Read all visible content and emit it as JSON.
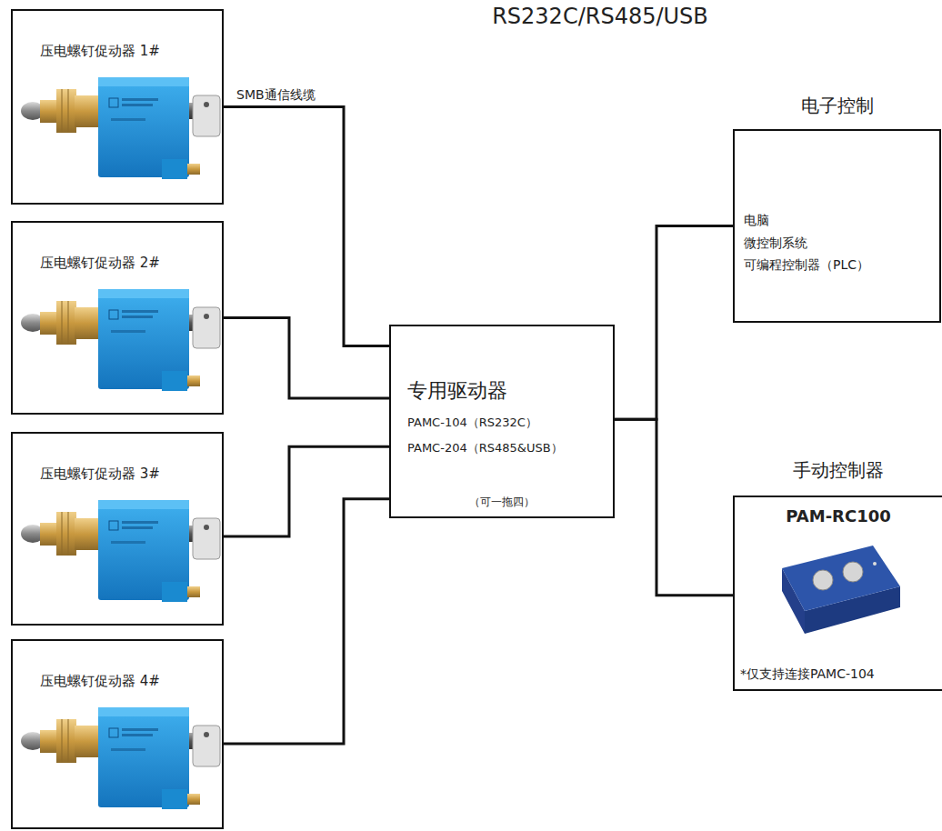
{
  "diagram": {
    "title": "RS232C/RS485/USB",
    "nodes": [
      {
        "text": [
          "压电螺钉促动器 1#"
        ]
      },
      {
        "text": [
          "压电螺钉促动器 2#"
        ]
      },
      {
        "text": [
          "压电螺钉促动器 3#"
        ]
      },
      {
        "text": [
          "压电螺钉促动器 4#"
        ]
      },
      {
        "text": [
          "专用驱动器",
          "PAMC-104（RS232C）",
          "PAMC-204（RS485&USB）",
          "（可一拖四）"
        ]
      },
      {
        "text": [
          "电子控制",
          "电脑",
          "微控制系统",
          "可编程控制器（PLC）"
        ]
      },
      {
        "text": [
          "手动控制器",
          "PAM-RC100",
          "*仅支持连接PAMC-104"
        ]
      }
    ],
    "edges": [
      {
        "from": 0,
        "to": 4,
        "arrow": "none",
        "label": "SMB通信线缆"
      },
      {
        "from": 1,
        "to": 4,
        "arrow": "none"
      },
      {
        "from": 2,
        "to": 4,
        "arrow": "none"
      },
      {
        "from": 3,
        "to": 4,
        "arrow": "none"
      },
      {
        "from": 4,
        "to": 5,
        "arrow": "none"
      },
      {
        "from": 4,
        "to": 6,
        "arrow": "none"
      }
    ]
  }
}
